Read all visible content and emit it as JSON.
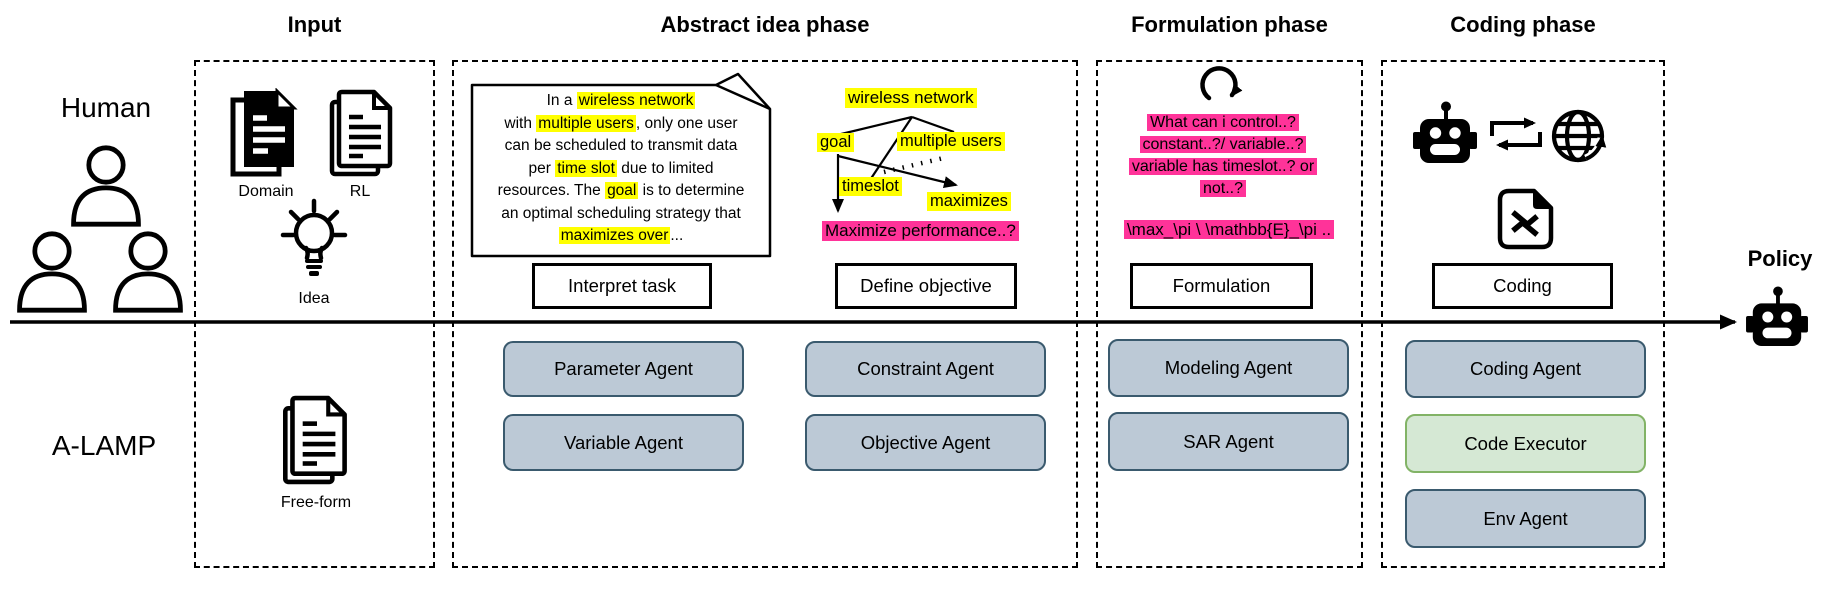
{
  "titles": {
    "input": "Input",
    "abstract": "Abstract idea phase",
    "formulation": "Formulation phase",
    "coding": "Coding phase"
  },
  "rows": {
    "human": "Human",
    "alamp": "A-LAMP"
  },
  "policy": {
    "label": "Policy"
  },
  "input": {
    "domain": "Domain",
    "rl": "RL",
    "idea": "Idea",
    "freeform": "Free-form"
  },
  "abstract": {
    "note": {
      "l1a": "In a ",
      "l1b": "wireless network",
      "l2a": "with ",
      "l2b": "multiple users",
      "l2c": ", only one user",
      "l3": "can be scheduled to transmit data",
      "l4a": "per ",
      "l4b": "time slot",
      "l4c": " due to limited",
      "l5a": "resources. The ",
      "l5b": "goal",
      "l5c": " is to determine",
      "l6": "an optimal scheduling strategy that",
      "l7a": "maximizes over",
      "l7b": "..."
    },
    "interpret_label": "Interpret task",
    "define_label": "Define objective",
    "graph": {
      "root": "wireless network",
      "goal": "goal",
      "users": "multiple users",
      "timeslot": "timeslot",
      "maximizes": "maximizes",
      "question": "Maximize performance..?"
    },
    "agents": [
      "Parameter Agent",
      "Variable Agent",
      "Constraint Agent",
      "Objective Agent"
    ]
  },
  "formulation": {
    "q1": "What can i control..?",
    "q2": "constant..?/ variable..?",
    "q3": "variable has timeslot..? or",
    "q4": "not..?",
    "math": "\\max_\\pi \\ \\mathbb{E}_\\pi ..",
    "box_label": "Formulation",
    "agents": [
      "Modeling Agent",
      "SAR Agent"
    ]
  },
  "coding": {
    "box_label": "Coding",
    "agents": [
      "Coding Agent",
      "Code Executor",
      "Env Agent"
    ]
  },
  "colors": {
    "highlight_yellow": "#ffff00",
    "highlight_pink": "#ff3399",
    "agent_fill": "#bcc9d6",
    "agent_border": "#3a5a6e",
    "executor_fill": "#d5e8d4",
    "executor_border": "#82b366"
  }
}
